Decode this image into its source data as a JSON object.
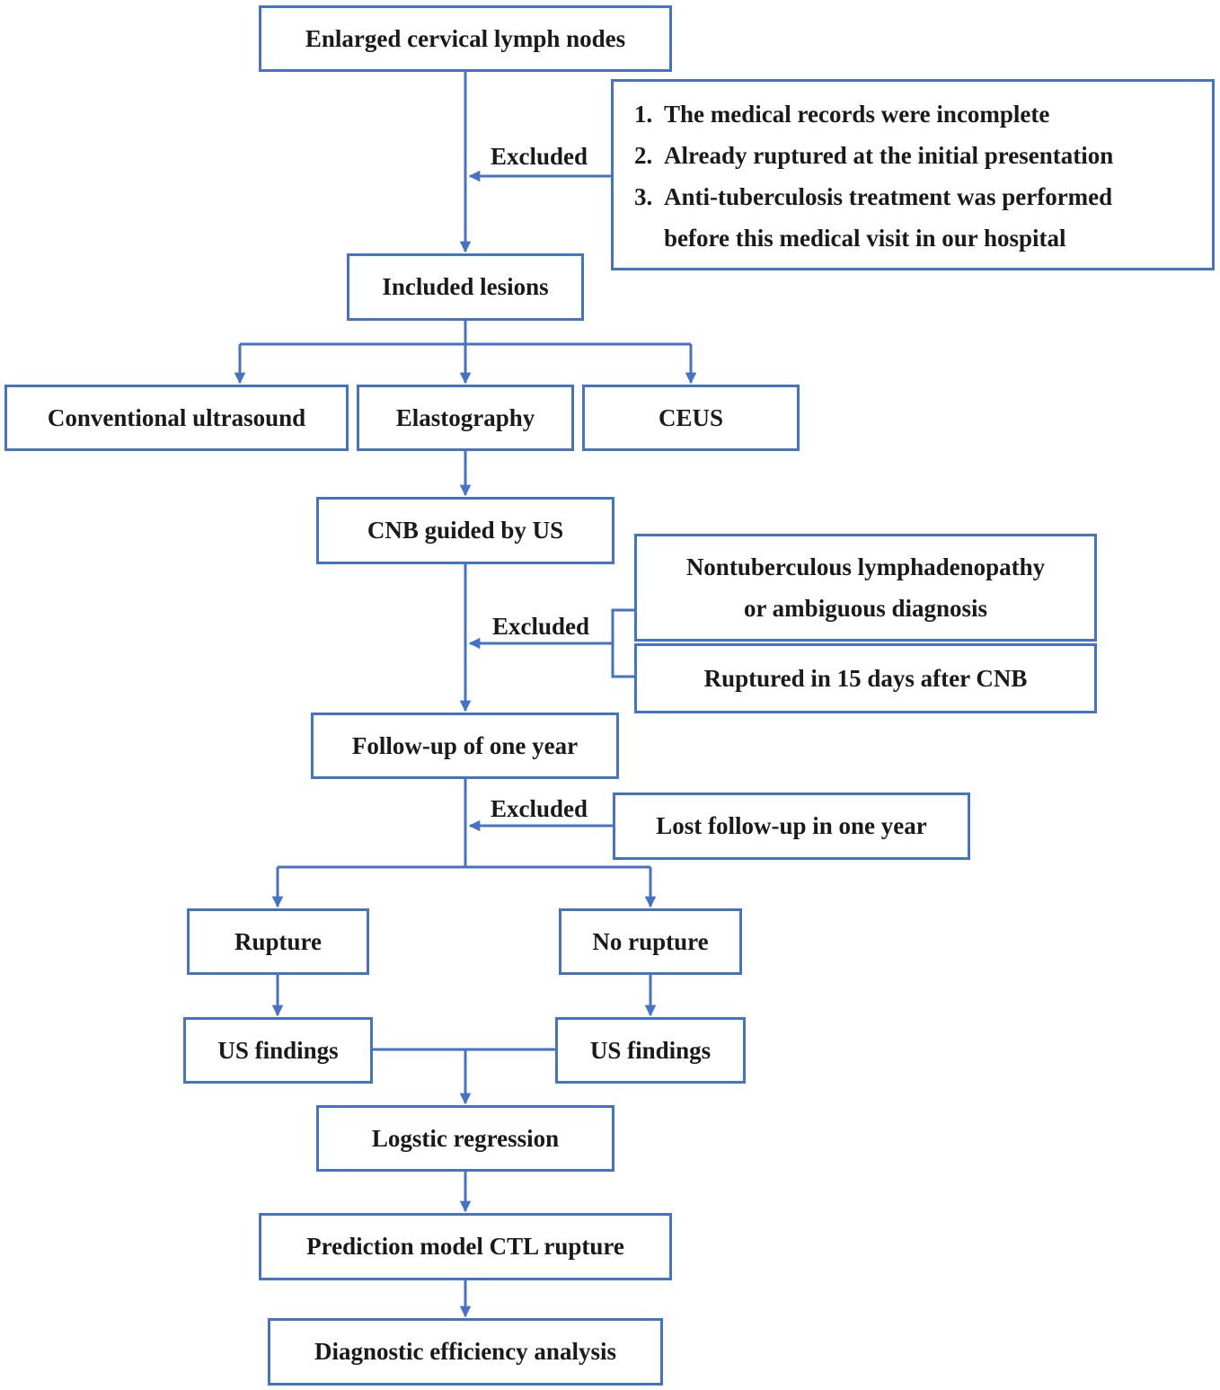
{
  "nodes": {
    "enlarged": "Enlarged cervical lymph nodes",
    "exclusion_list": [
      {
        "num": "1.",
        "text": "The medical records were incomplete"
      },
      {
        "num": "2.",
        "text": "Already ruptured at the initial presentation"
      },
      {
        "num": "3.",
        "text": "Anti-tuberculosis treatment was performed"
      },
      {
        "num": "",
        "text": "before this medical visit in our hospital"
      }
    ],
    "included": "Included lesions",
    "conventional": "Conventional ultrasound",
    "elastography": "Elastography",
    "ceus": "CEUS",
    "cnb": "CNB guided by US",
    "nontuberculous_line1": "Nontuberculous lymphadenopathy",
    "nontuberculous_line2": "or ambiguous diagnosis",
    "ruptured_15": "Ruptured in 15 days after CNB",
    "followup": "Follow-up of one year",
    "lost": "Lost follow-up in one year",
    "rupture": "Rupture",
    "no_rupture": "No rupture",
    "us_findings_left": "US findings",
    "us_findings_right": "US findings",
    "logistic": "Logstic regression",
    "prediction": "Prediction model CTL rupture",
    "diagnostic": "Diagnostic efficiency analysis"
  },
  "edge_labels": {
    "excluded_1": "Excluded",
    "excluded_2": "Excluded",
    "excluded_3": "Excluded"
  },
  "colors": {
    "line": "#4472c4",
    "text": "#1a1a1a"
  }
}
